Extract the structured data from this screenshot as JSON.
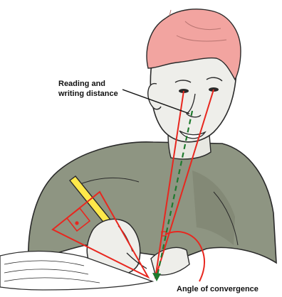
{
  "labels": {
    "reading_distance_line1": "Reading and",
    "reading_distance_line2": "writing distance",
    "angle_of_convergence": "Angle of convergence"
  },
  "colors": {
    "hair": "#f2a4a0",
    "skin": "#eeeeea",
    "shirt": "#8e9582",
    "shirt_shadow": "#6f7565",
    "pencil": "#ffe84a",
    "paper": "#ffffff",
    "outline": "#2a2a2a",
    "sight_lines": "#e8271f",
    "gaze_arrow": "#1f7a2e",
    "label_text": "#111111"
  }
}
